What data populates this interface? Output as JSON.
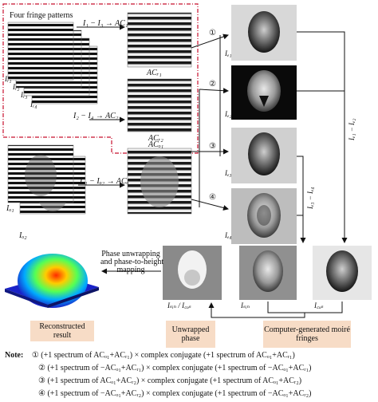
{
  "labels": {
    "four_fringe": "Four fringe patterns",
    "eq1": "I₁ − I₃ → AC₁",
    "eq2": "I₂ − I₄ → AC₂",
    "eq3": "Iₒ₁ − Iₒ₂ → ACₒ",
    "acr1": "ACᵣ₁",
    "acr2": "ACᵣ₂",
    "aco1": "ACₒ₁",
    "ir1": "Iᵣ₁",
    "ir2": "Iᵣ₂",
    "ir3": "Iᵣ₃",
    "ir4": "Iᵣ₄",
    "io1": "Iₒ₁",
    "io2": "Iₒ₂",
    "ie1": "Iₑ₁",
    "ie2": "Iₑ₂",
    "ie3": "Iₑ₃",
    "ie4": "Iₑ₄",
    "ie1_ie2": "Iₑ₁ − Iₑ₂",
    "ie3_ie4": "Iₑ₃ − Iₑ₄",
    "isin": "Iₛᵢₙ",
    "icos": "I꜀ₒₛ",
    "isin_icos": "Iₛᵢₙ / I꜀ₒₛ",
    "c1": "①",
    "c2": "②",
    "c3": "③",
    "c4": "④",
    "phase_mapping_1": "Phase unwrapping",
    "phase_mapping_2": "and phase-to-height",
    "phase_mapping_3": "mapping"
  },
  "boxes": {
    "reconstructed": "Reconstructed result",
    "unwrapped": "Unwrapped phase",
    "moire": "Computer-generated moiré fringes"
  },
  "notes": {
    "title": "Note:",
    "n1": "① (+1 spectrum of  ACₒ₁+ACᵣ₁) × complex conjugate (+1 spectrum of  ACₒ₁+ACᵣ₁)",
    "n2": "② (+1 spectrum of  −ACₒ₁+ACᵣ₁) × complex conjugate (+1 spectrum of  −ACₒ₁+ACᵣ₁)",
    "n3": "③ (+1 spectrum of  ACₒ₁+ACᵣ₂) × complex conjugate (+1 spectrum of  ACₒ₁+ACᵣ₂)",
    "n4": "④ (+1 spectrum of  −ACₒ₁+ACᵣ₂) × complex conjugate (+1 spectrum of  −ACₒ₁+ACᵣ₂)"
  },
  "colors": {
    "dashed_frame": "#c8102e",
    "box_fill": "#f7dcc6",
    "arrow": "#111111"
  }
}
